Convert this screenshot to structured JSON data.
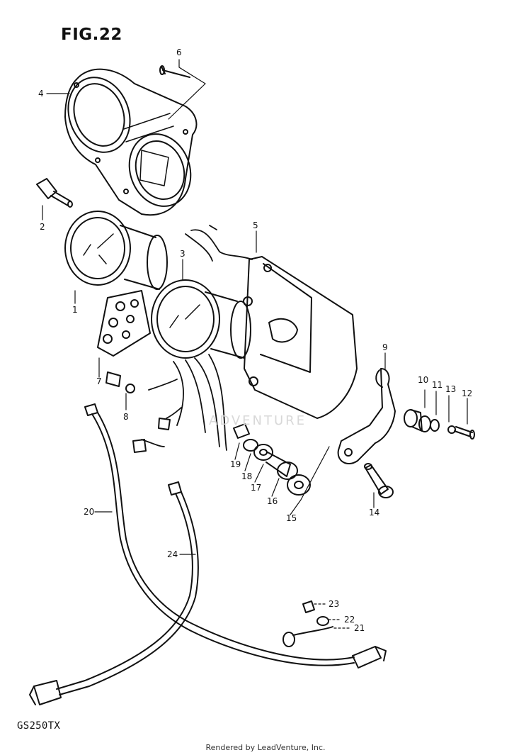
{
  "figure_title": "FIG.22",
  "model_code": "GS250TX",
  "credit": "Rendered by LeadVenture, Inc.",
  "watermark": "ADVENTURE",
  "callouts": [
    "1",
    "2",
    "3",
    "4",
    "5",
    "6",
    "7",
    "8",
    "9",
    "10",
    "11",
    "12",
    "13",
    "14",
    "15",
    "16",
    "17",
    "18",
    "19",
    "20",
    "21",
    "22",
    "23",
    "24"
  ]
}
